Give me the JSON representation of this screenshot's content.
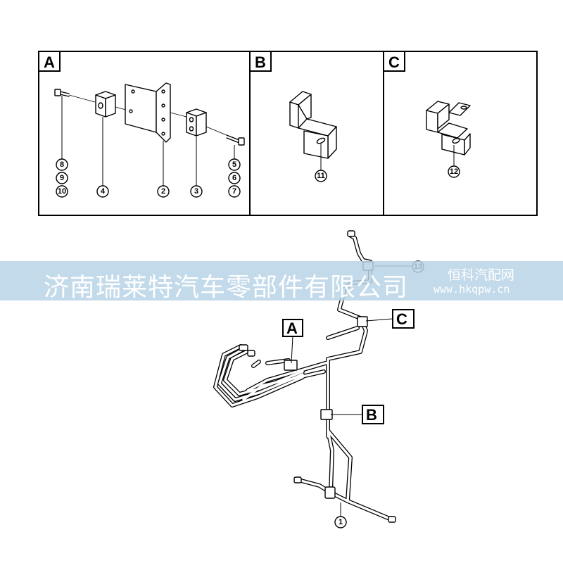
{
  "panels": [
    {
      "id": "A",
      "callouts": [
        "8",
        "9",
        "10",
        "4",
        "2",
        "3",
        "5",
        "6",
        "7"
      ]
    },
    {
      "id": "B",
      "callouts": [
        "11"
      ]
    },
    {
      "id": "C",
      "callouts": [
        "12"
      ]
    }
  ],
  "main": {
    "labels": [
      "A",
      "B",
      "C"
    ],
    "callouts": [
      "1",
      "13"
    ]
  },
  "watermark": {
    "company": "济南瑞莱特汽车零部件有限公司",
    "site_name": "恒科汽配网",
    "site_url": "www.hkqpw.cn"
  },
  "colors": {
    "band": "#b9d3e6"
  }
}
